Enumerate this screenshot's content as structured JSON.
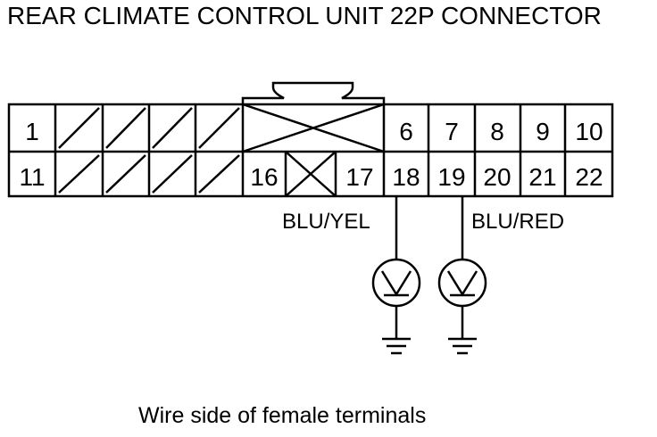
{
  "title": "REAR CLIMATE CONTROL UNIT 22P CONNECTOR",
  "caption": "Wire side of female terminals",
  "pins": {
    "p1": "1",
    "p6": "6",
    "p7": "7",
    "p8": "8",
    "p9": "9",
    "p10": "10",
    "p11": "11",
    "p16": "16",
    "p17": "17",
    "p18": "18",
    "p19": "19",
    "p20": "20",
    "p21": "21",
    "p22": "22"
  },
  "wires": {
    "pin18": "BLU/YEL",
    "pin19": "BLU/RED"
  },
  "meters": [
    "voltmeter-icon",
    "voltmeter-icon"
  ],
  "ground_symbols": [
    "ground-icon",
    "ground-icon"
  ]
}
